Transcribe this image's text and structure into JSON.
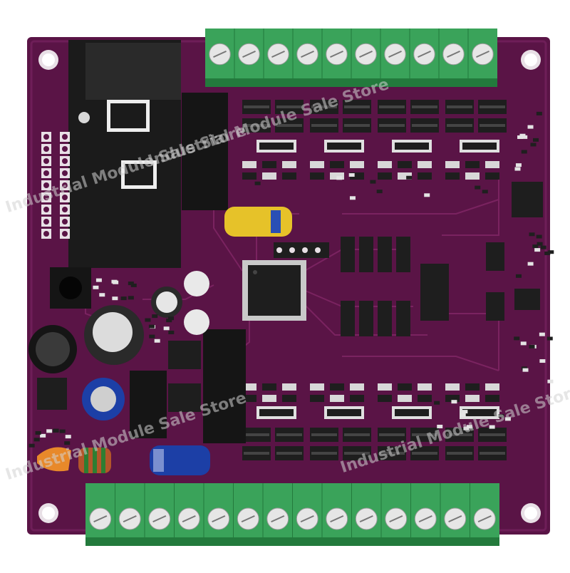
{
  "colors": {
    "board": "#5a1446",
    "board_dark": "#3d0c2f",
    "trace": "#7a2360",
    "silkscreen": "#f2e8f0",
    "terminal_green": "#3aa35a",
    "terminal_dark": "#237a3c",
    "chip": "#1e1e1e",
    "pad": "#c9c9c9",
    "capacitor_blue": "#1c3fa6",
    "capacitor_yellow": "#e6c229",
    "capacitor_orange": "#e8892a"
  },
  "watermarks": [
    "Industrial Module Sale Store",
    "Industrial Module Sale Store",
    "Industrial Module Sale Store",
    "Industrial Module Sale Store"
  ],
  "components": {
    "top_terminal_screws": 10,
    "bottom_terminal_screws": 14,
    "mounting_holes": 4,
    "top_optocoupler_groups": 4,
    "bottom_optocoupler_groups": 4
  }
}
